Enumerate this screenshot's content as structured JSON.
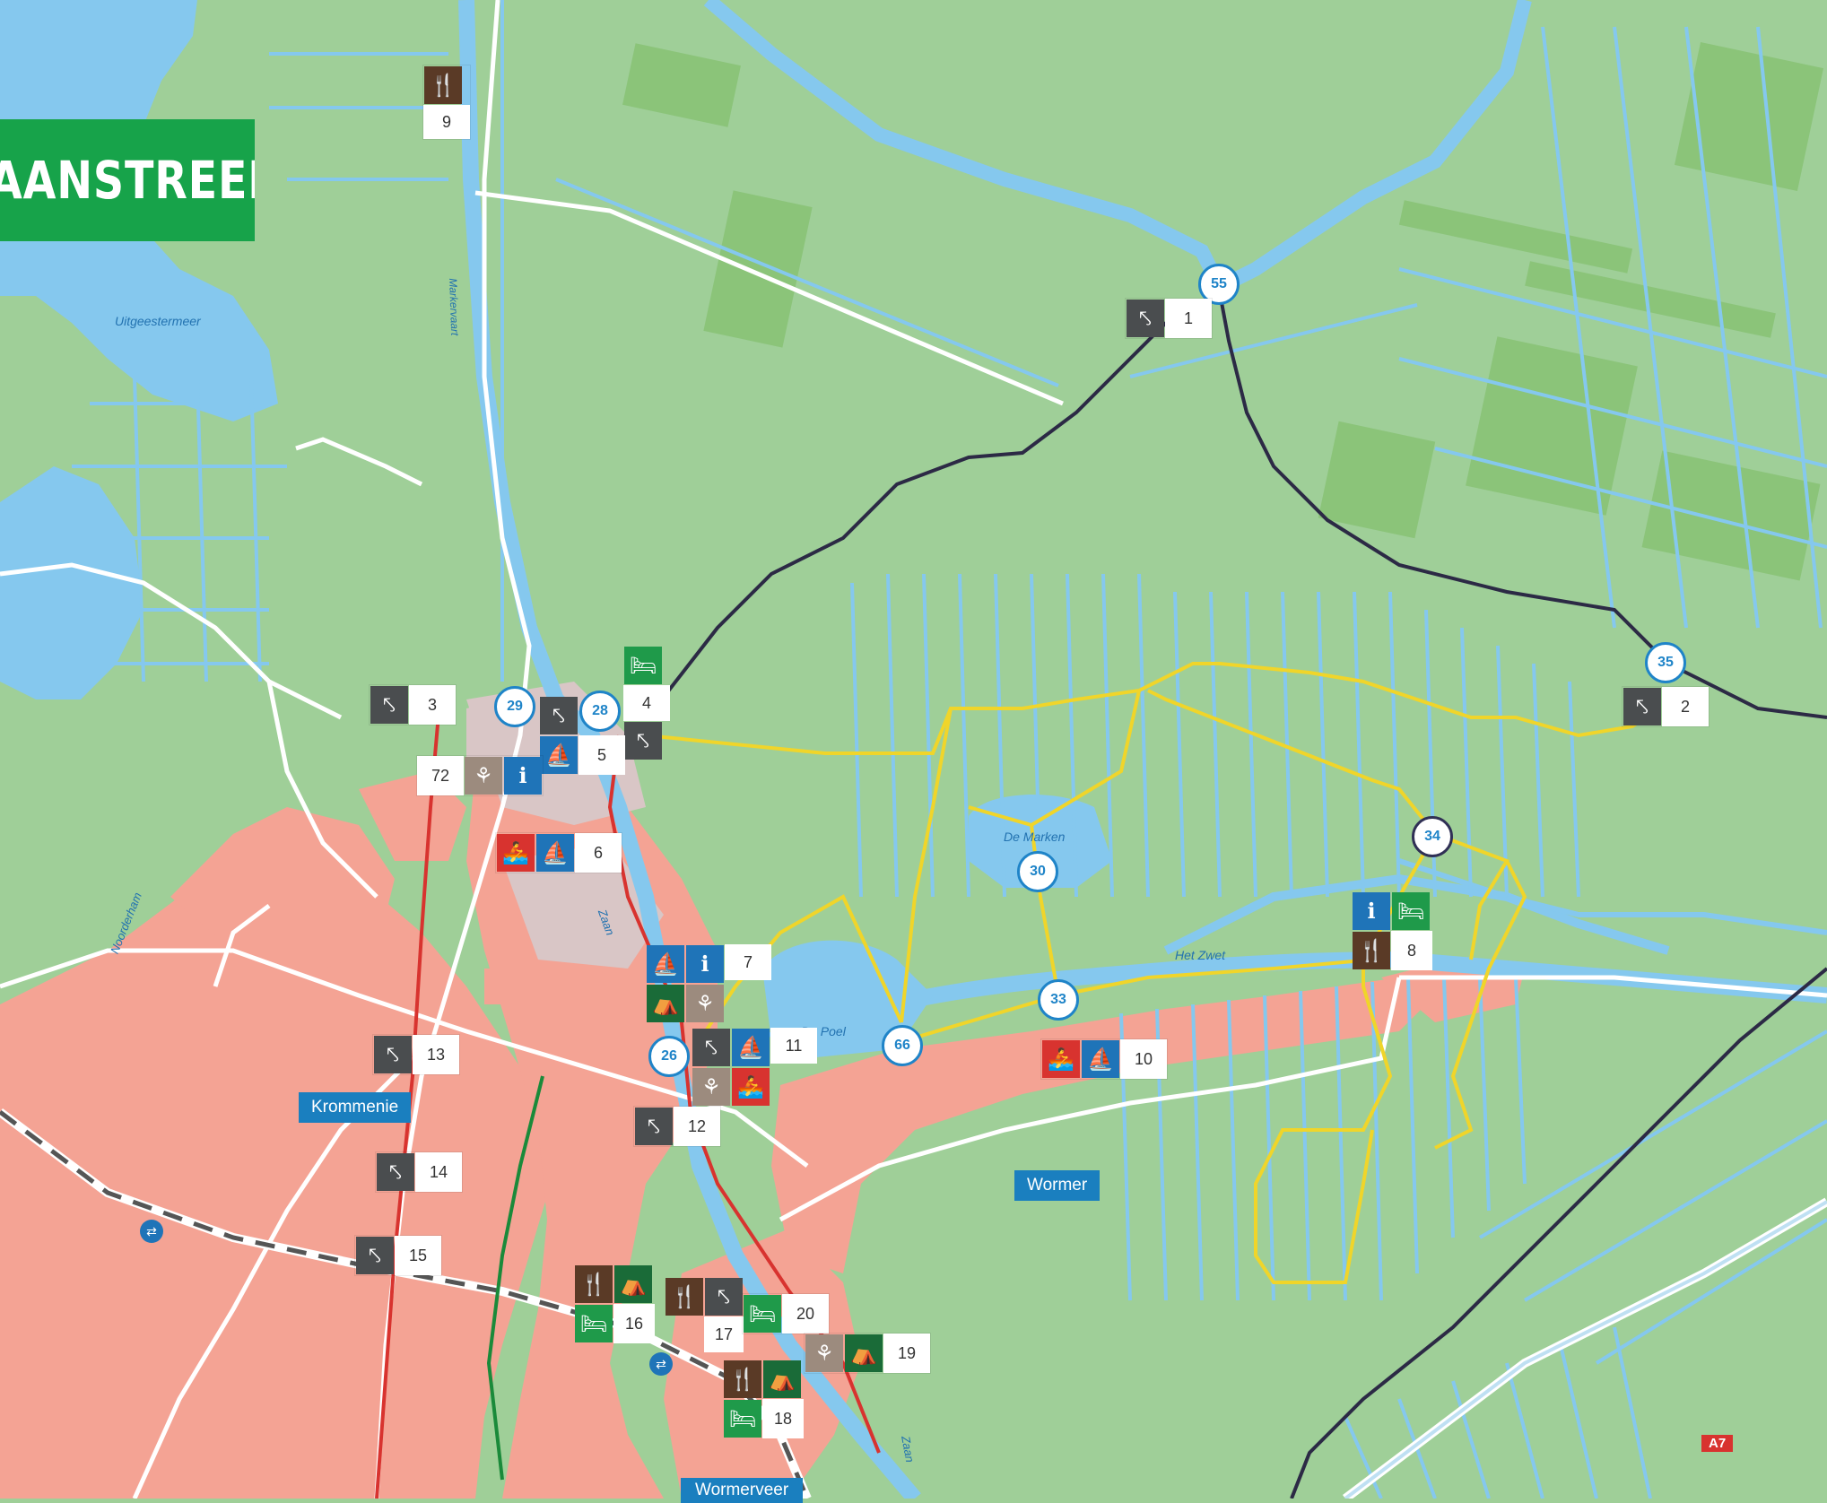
{
  "title": "AANSTREEK",
  "colors": {
    "land": "#9fcf98",
    "water": "#85c8ee",
    "urban": "#f4a394",
    "urban_grey": "#d9c6c6",
    "route_yellow": "#f0d52a",
    "junction_border": "#1f84c8",
    "banner": "#17a34a",
    "place_label": "#1a7fbf"
  },
  "places": {
    "krommenie": "Krommenie",
    "wormer": "Wormer",
    "wormerveer": "Wormerveer"
  },
  "water_labels": {
    "uitgeestermeer": "Uitgeestermeer",
    "markervaart": "Markervaart",
    "noorderham": "Noorderham",
    "zaan_1": "Zaan",
    "zaan_2": "Zaan",
    "de_marken": "De Marken",
    "het_zwet": "Het Zwet",
    "de_poel": "De Poel"
  },
  "road_label": "A7",
  "junctions": {
    "j55": "55",
    "j29": "29",
    "j28": "28",
    "j35": "35",
    "j34": "34",
    "j30": "30",
    "j33": "33",
    "j66": "66",
    "j26": "26"
  },
  "markers": {
    "m1": "1",
    "m2": "2",
    "m3": "3",
    "m4": "4",
    "m5": "5",
    "m6": "6",
    "m7": "7",
    "m8": "8",
    "m9": "9",
    "m10": "10",
    "m11": "11",
    "m12": "12",
    "m13": "13",
    "m14": "14",
    "m15": "15",
    "m16": "16",
    "m17": "17",
    "m18": "18",
    "m19": "19",
    "m20": "20",
    "m72": "72"
  },
  "icon_names": [
    "bridge-icon",
    "restaurant-icon",
    "hotel-icon",
    "sailing-icon",
    "info-icon",
    "windmill-icon",
    "campsite-icon",
    "boat-rental-icon"
  ]
}
